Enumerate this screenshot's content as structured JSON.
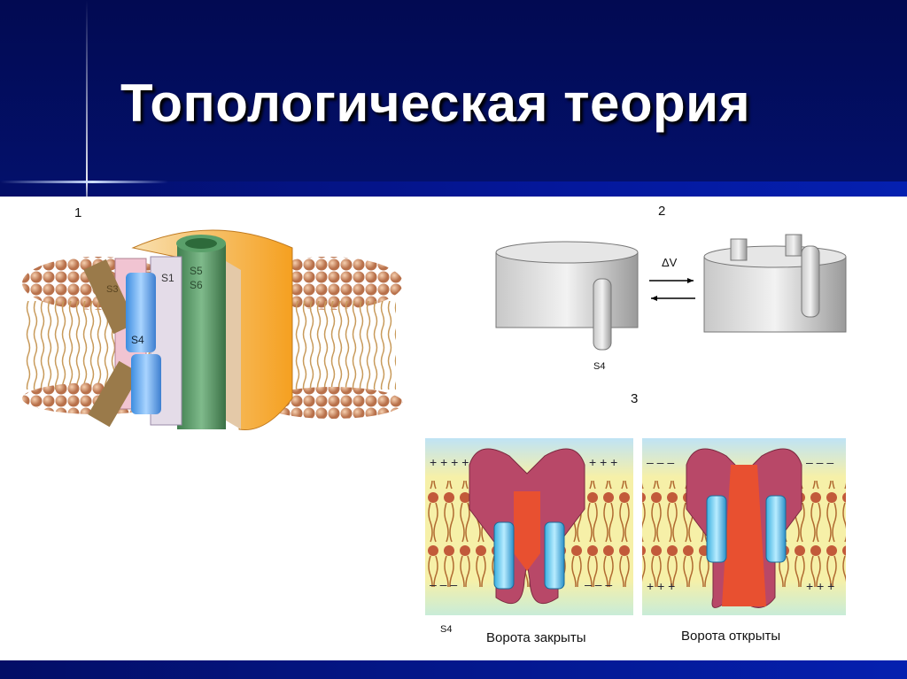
{
  "slide": {
    "title": "Топологическая теория",
    "colors": {
      "header": "#03106a",
      "stripe": "#0520b0",
      "title_text": "#ffffff"
    }
  },
  "figure": {
    "panel_1": {
      "number": "1",
      "segments": [
        "S1",
        "S3",
        "S4",
        "S5",
        "S6"
      ]
    },
    "panel_2": {
      "number": "2",
      "voltage_label": "ΔV",
      "segment_label": "S4"
    },
    "panel_3": {
      "number": "3",
      "segment_label": "S4",
      "closed_caption": "Ворота закрыты",
      "open_caption": "Ворота открыты"
    }
  }
}
